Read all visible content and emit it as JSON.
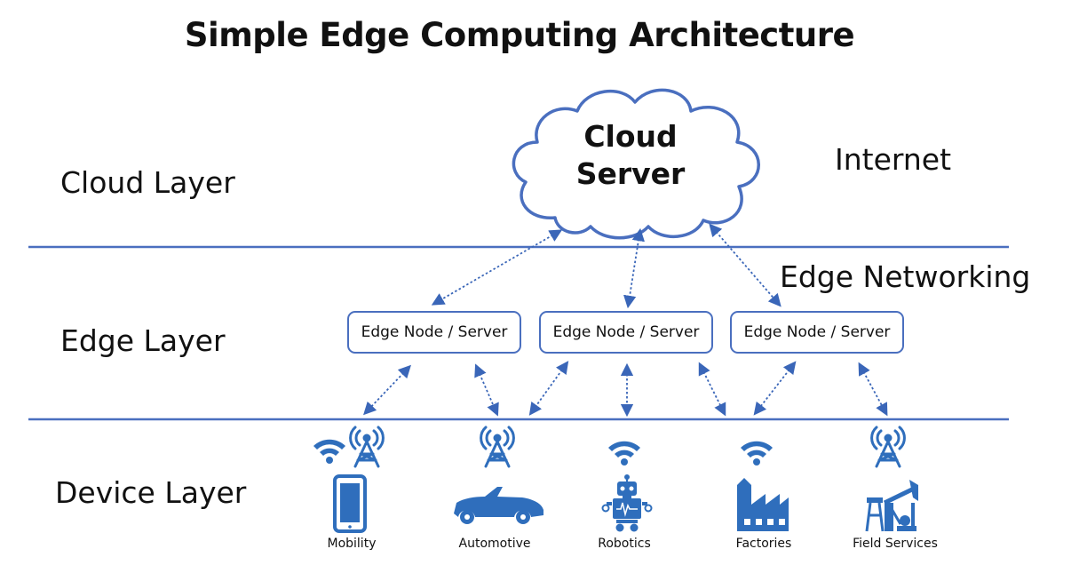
{
  "title": "Simple Edge Computing Architecture",
  "layers": {
    "cloud": "Cloud Layer",
    "edge": "Edge Layer",
    "device": "Device Layer"
  },
  "side_labels": {
    "internet": "Internet",
    "edge_networking": "Edge Networking"
  },
  "cloud": {
    "line1": "Cloud",
    "line2": "Server"
  },
  "edge_nodes": [
    "Edge Node / Server",
    "Edge Node / Server",
    "Edge Node / Server"
  ],
  "devices": [
    "Mobility",
    "Automotive",
    "Robotics",
    "Factories",
    "Field Services"
  ],
  "colors": {
    "accent": "#4a6fbf",
    "icon": "#2f6ebc",
    "arrow": "#3a66b8"
  }
}
